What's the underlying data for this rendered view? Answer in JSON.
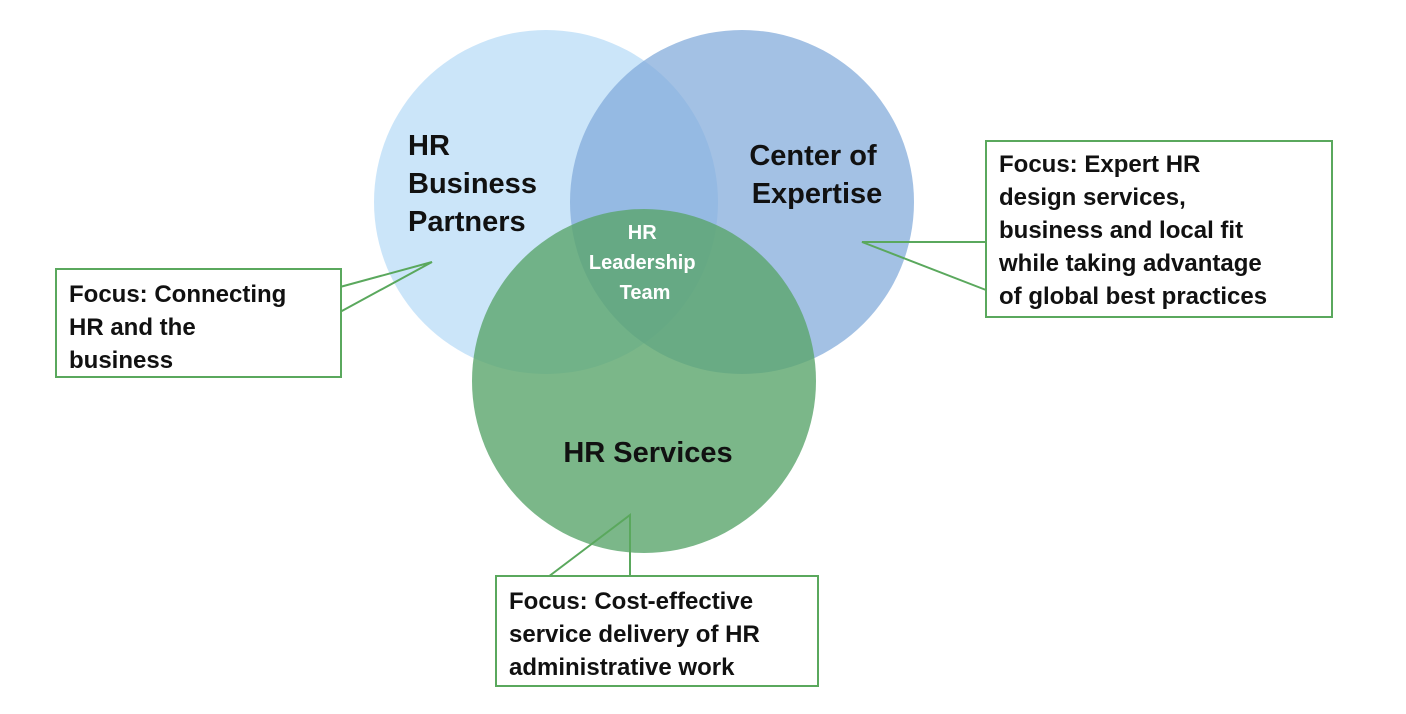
{
  "circles": {
    "hr_business_partners": {
      "label_lines": [
        "HR",
        "Business",
        "Partners"
      ],
      "color": "#b9dcf7"
    },
    "center_of_expertise": {
      "label_lines": [
        "Center of",
        "Expertise"
      ],
      "color": "#8ab4e0"
    },
    "hr_services": {
      "label_lines": [
        "HR Services"
      ],
      "color": "#5faa78"
    }
  },
  "center": {
    "label_lines": [
      "HR",
      "Leadership",
      "Team"
    ]
  },
  "callouts": {
    "hr_business_partners": {
      "lines": [
        "Focus: Connecting",
        "HR and the",
        "business"
      ]
    },
    "center_of_expertise": {
      "lines": [
        "Focus: Expert HR",
        "design services,",
        "business and local fit",
        "while taking advantage",
        "of global best practices"
      ]
    },
    "hr_services": {
      "lines": [
        "Focus: Cost-effective",
        "service delivery of HR",
        "administrative work"
      ]
    }
  },
  "colors": {
    "callout_border": "#5aa85d"
  }
}
